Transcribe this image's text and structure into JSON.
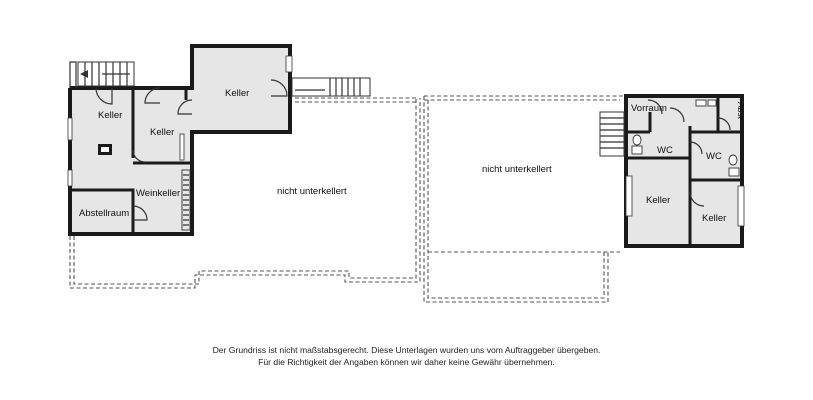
{
  "rooms": {
    "keller_1": "Keller",
    "keller_2": "Keller",
    "keller_3": "Keller",
    "weinkeller": "Weinkeller",
    "abstellraum": "Abstellraum",
    "nicht_unterkellert_1": "nicht unterkellert",
    "nicht_unterkellert_2": "nicht unterkellert",
    "vorraum": "Vorraum",
    "abst": "Abst",
    "wc_1": "WC",
    "wc_2": "WC",
    "keller_4": "Keller",
    "keller_5": "Keller"
  },
  "disclaimer": {
    "line1": "Der Grundriss ist nicht maßstabsgerecht. Diese Unterlagen wurden uns vom Auftraggeber übergeben.",
    "line2": "Für die Richtigkeit der Angaben können wir daher keine Gewähr übernehmen."
  }
}
